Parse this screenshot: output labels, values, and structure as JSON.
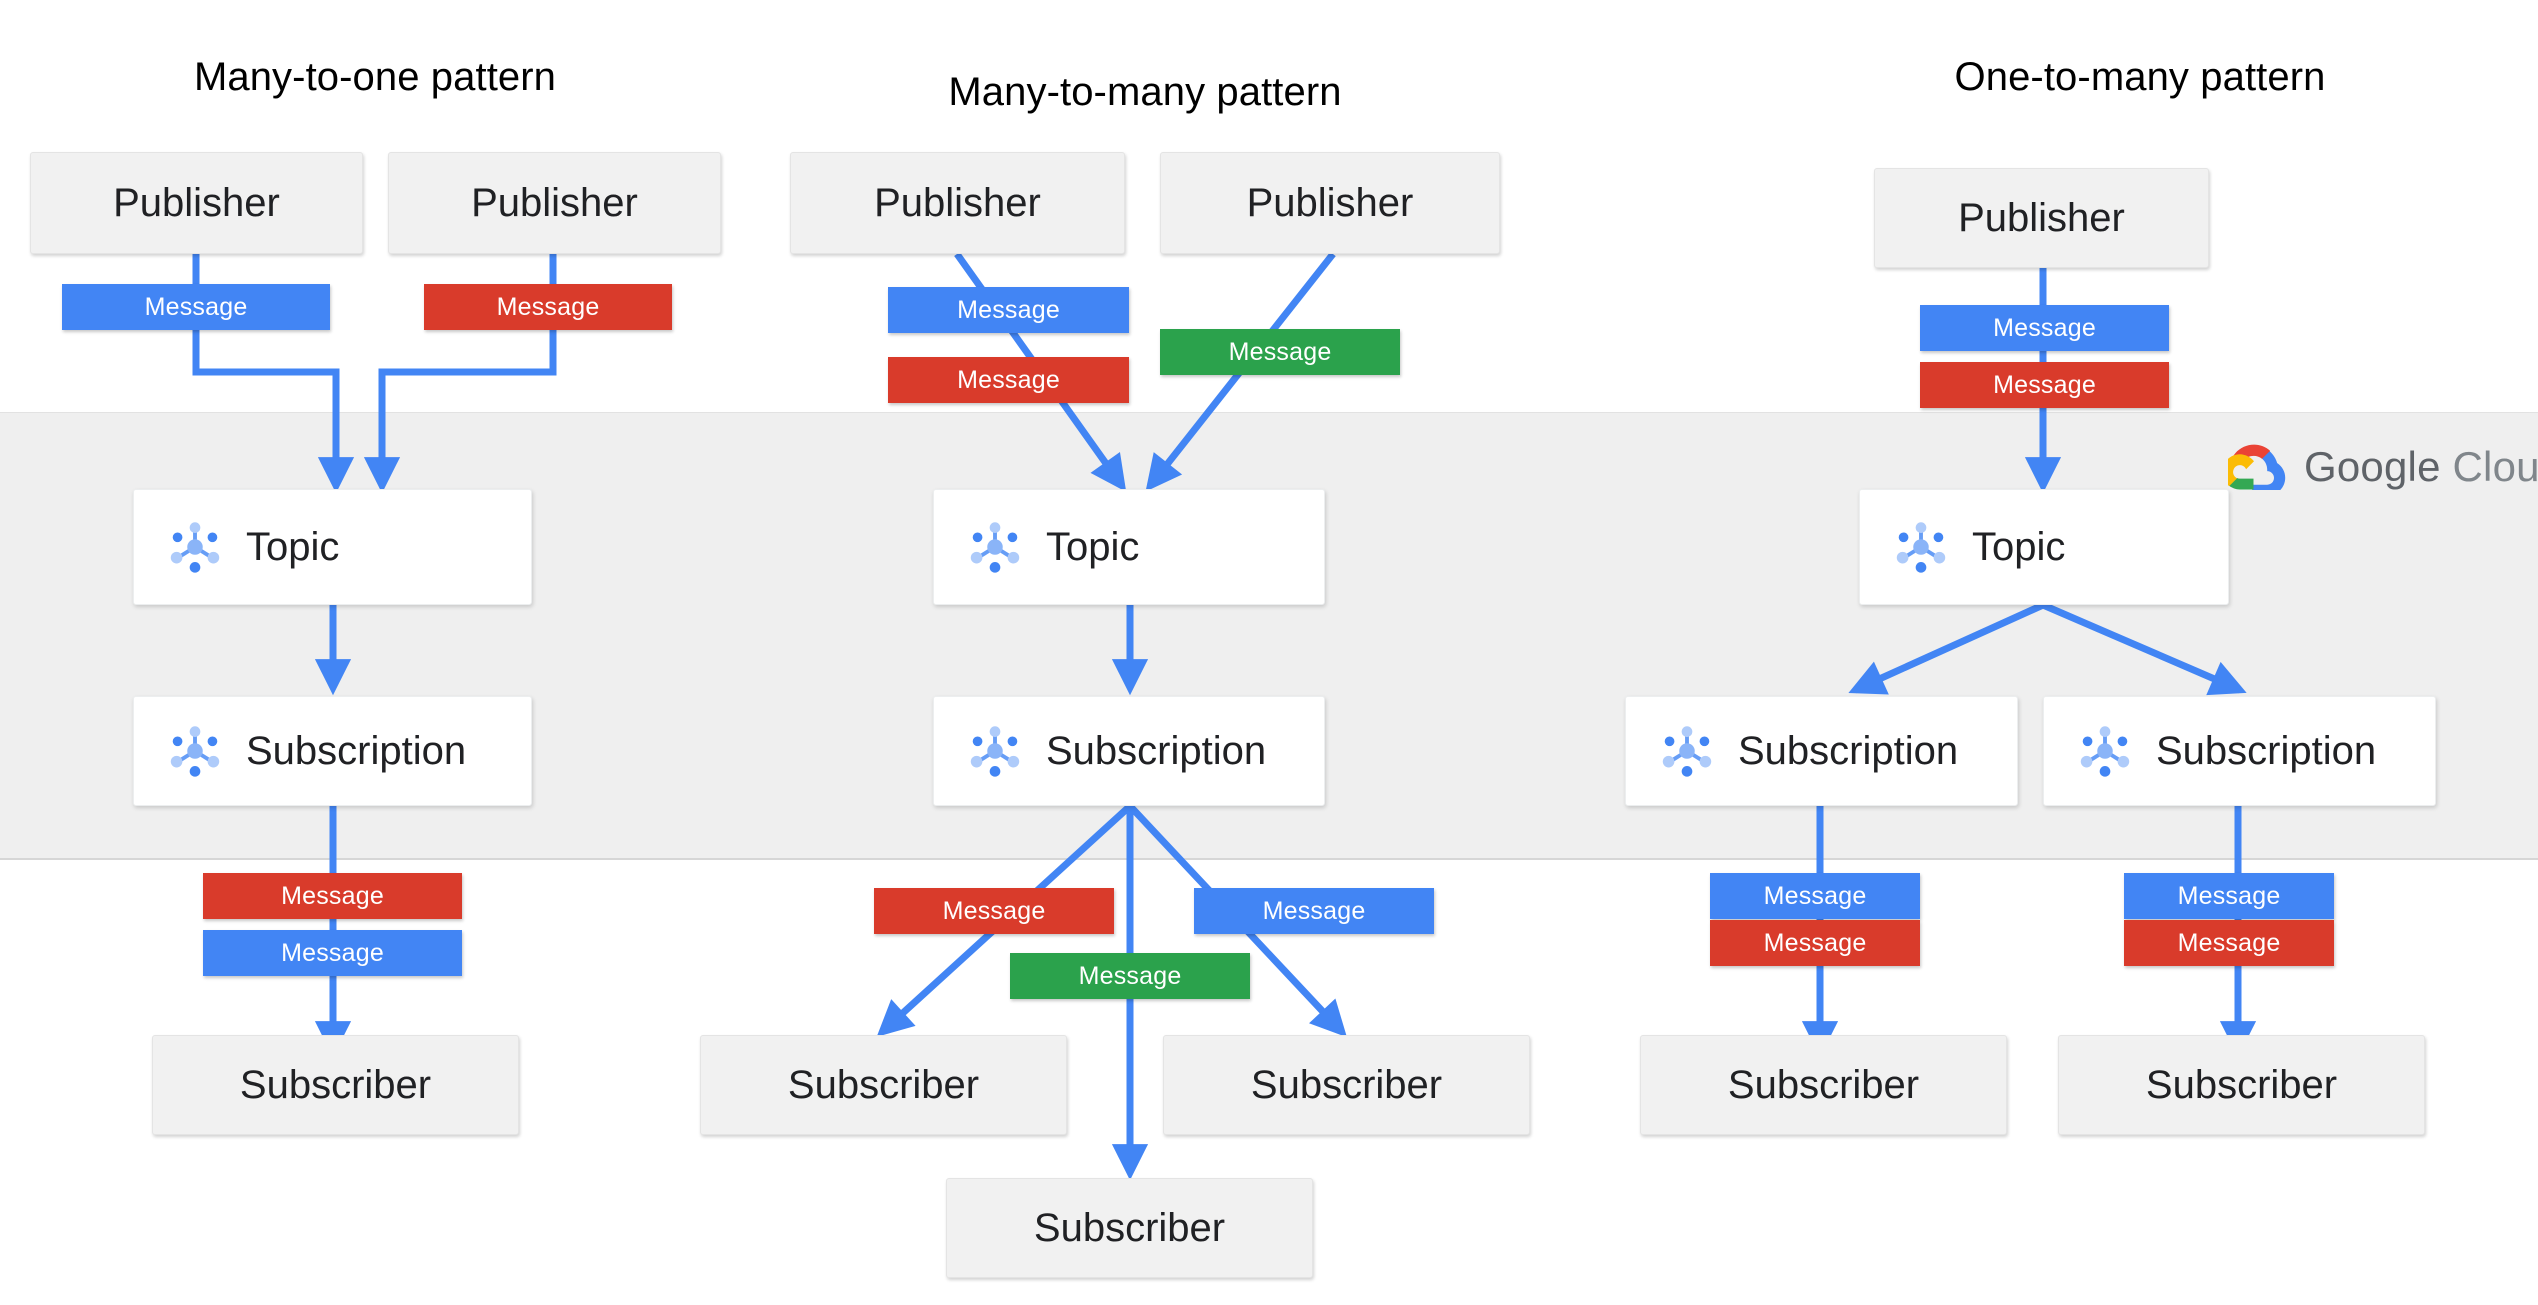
{
  "diagram": {
    "title_row": [
      {
        "text": "Many-to-one pattern"
      },
      {
        "text": "Many-to-many  pattern"
      },
      {
        "text": "One-to-many pattern"
      }
    ],
    "brand": {
      "logo_icon": "google-cloud-logo-icon",
      "name_primary": "Google",
      "name_secondary": "Cloud"
    },
    "band": {
      "fill": "#efefef"
    },
    "colors": {
      "message_blue": "#4285f4",
      "message_red": "#d93b2b",
      "message_green": "#2ba24c",
      "arrow_blue": "#4285f4",
      "node_gray": "#f1f1f1",
      "service_white": "#ffffff",
      "band_gray": "#efefef",
      "text_dark": "#202124",
      "brand_gray": "#5f6368"
    },
    "labels": {
      "publisher": "Publisher",
      "subscriber": "Subscriber",
      "topic": "Topic",
      "subscription": "Subscription",
      "message": "Message"
    },
    "columns": [
      {
        "id": "many-to-one",
        "title": "Many-to-one pattern",
        "publishers": [
          {
            "label": "Publisher"
          },
          {
            "label": "Publisher"
          }
        ],
        "publish_messages": [
          {
            "label": "Message",
            "color": "blue"
          },
          {
            "label": "Message",
            "color": "red"
          }
        ],
        "topics": [
          {
            "label": "Topic",
            "icon": "pubsub-icon"
          }
        ],
        "subscriptions": [
          {
            "label": "Subscription",
            "icon": "pubsub-icon"
          }
        ],
        "deliver_messages": [
          {
            "label": "Message",
            "color": "red"
          },
          {
            "label": "Message",
            "color": "blue"
          }
        ],
        "subscribers": [
          {
            "label": "Subscriber"
          }
        ]
      },
      {
        "id": "many-to-many",
        "title": "Many-to-many  pattern",
        "publishers": [
          {
            "label": "Publisher"
          },
          {
            "label": "Publisher"
          }
        ],
        "publish_messages": [
          {
            "label": "Message",
            "color": "blue"
          },
          {
            "label": "Message",
            "color": "red"
          },
          {
            "label": "Message",
            "color": "green"
          }
        ],
        "topics": [
          {
            "label": "Topic",
            "icon": "pubsub-icon"
          }
        ],
        "subscriptions": [
          {
            "label": "Subscription",
            "icon": "pubsub-icon"
          }
        ],
        "deliver_messages": [
          {
            "label": "Message",
            "color": "red"
          },
          {
            "label": "Message",
            "color": "blue"
          },
          {
            "label": "Message",
            "color": "green"
          }
        ],
        "subscribers": [
          {
            "label": "Subscriber"
          },
          {
            "label": "Subscriber"
          },
          {
            "label": "Subscriber"
          }
        ]
      },
      {
        "id": "one-to-many",
        "title": "One-to-many pattern",
        "publishers": [
          {
            "label": "Publisher"
          }
        ],
        "publish_messages": [
          {
            "label": "Message",
            "color": "blue"
          },
          {
            "label": "Message",
            "color": "red"
          }
        ],
        "topics": [
          {
            "label": "Topic",
            "icon": "pubsub-icon"
          }
        ],
        "subscriptions": [
          {
            "label": "Subscription",
            "icon": "pubsub-icon"
          },
          {
            "label": "Subscription",
            "icon": "pubsub-icon"
          }
        ],
        "deliver_messages": [
          {
            "label": "Message",
            "color": "blue"
          },
          {
            "label": "Message",
            "color": "red"
          },
          {
            "label": "Message",
            "color": "blue"
          },
          {
            "label": "Message",
            "color": "red"
          }
        ],
        "subscribers": [
          {
            "label": "Subscriber"
          },
          {
            "label": "Subscriber"
          }
        ]
      }
    ]
  }
}
